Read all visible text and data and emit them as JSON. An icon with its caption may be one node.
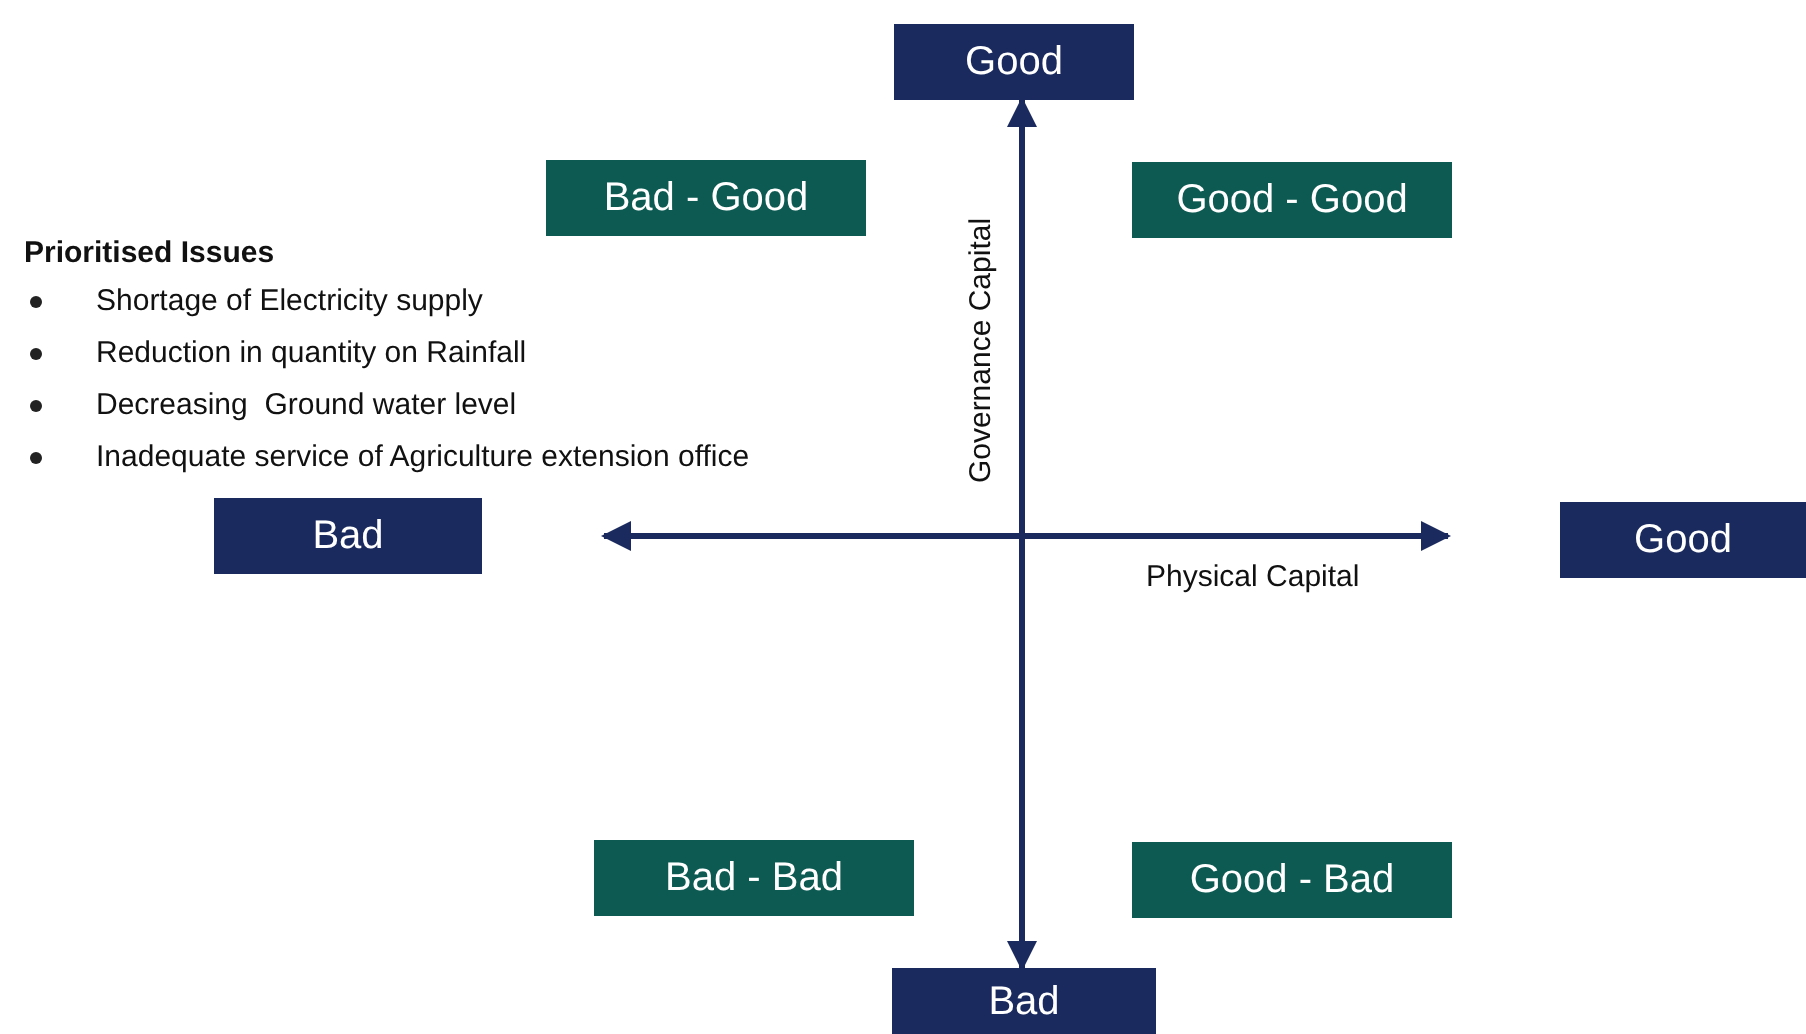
{
  "diagram": {
    "nodes": [
      {
        "text": [
          "Good"
        ]
      },
      {
        "text": [
          "Bad - Good"
        ]
      },
      {
        "text": [
          "Good - Good"
        ]
      },
      {
        "text": [
          "Bad"
        ]
      },
      {
        "text": [
          "Good"
        ]
      },
      {
        "text": [
          "Bad - Bad"
        ]
      },
      {
        "text": [
          "Good - Bad"
        ]
      },
      {
        "text": [
          "Bad"
        ]
      }
    ],
    "edges": [
      {
        "from": 7,
        "to": 0,
        "arrow": "both"
      }
    ],
    "labels": [
      "Prioritised Issues",
      "Shortage of Electricity supply",
      "Reduction in quantity on Rainfall",
      "Decreasing  Ground water level",
      "Inadequate service of Agriculture extension office",
      "Governance Capital",
      "Physical Capital"
    ]
  }
}
